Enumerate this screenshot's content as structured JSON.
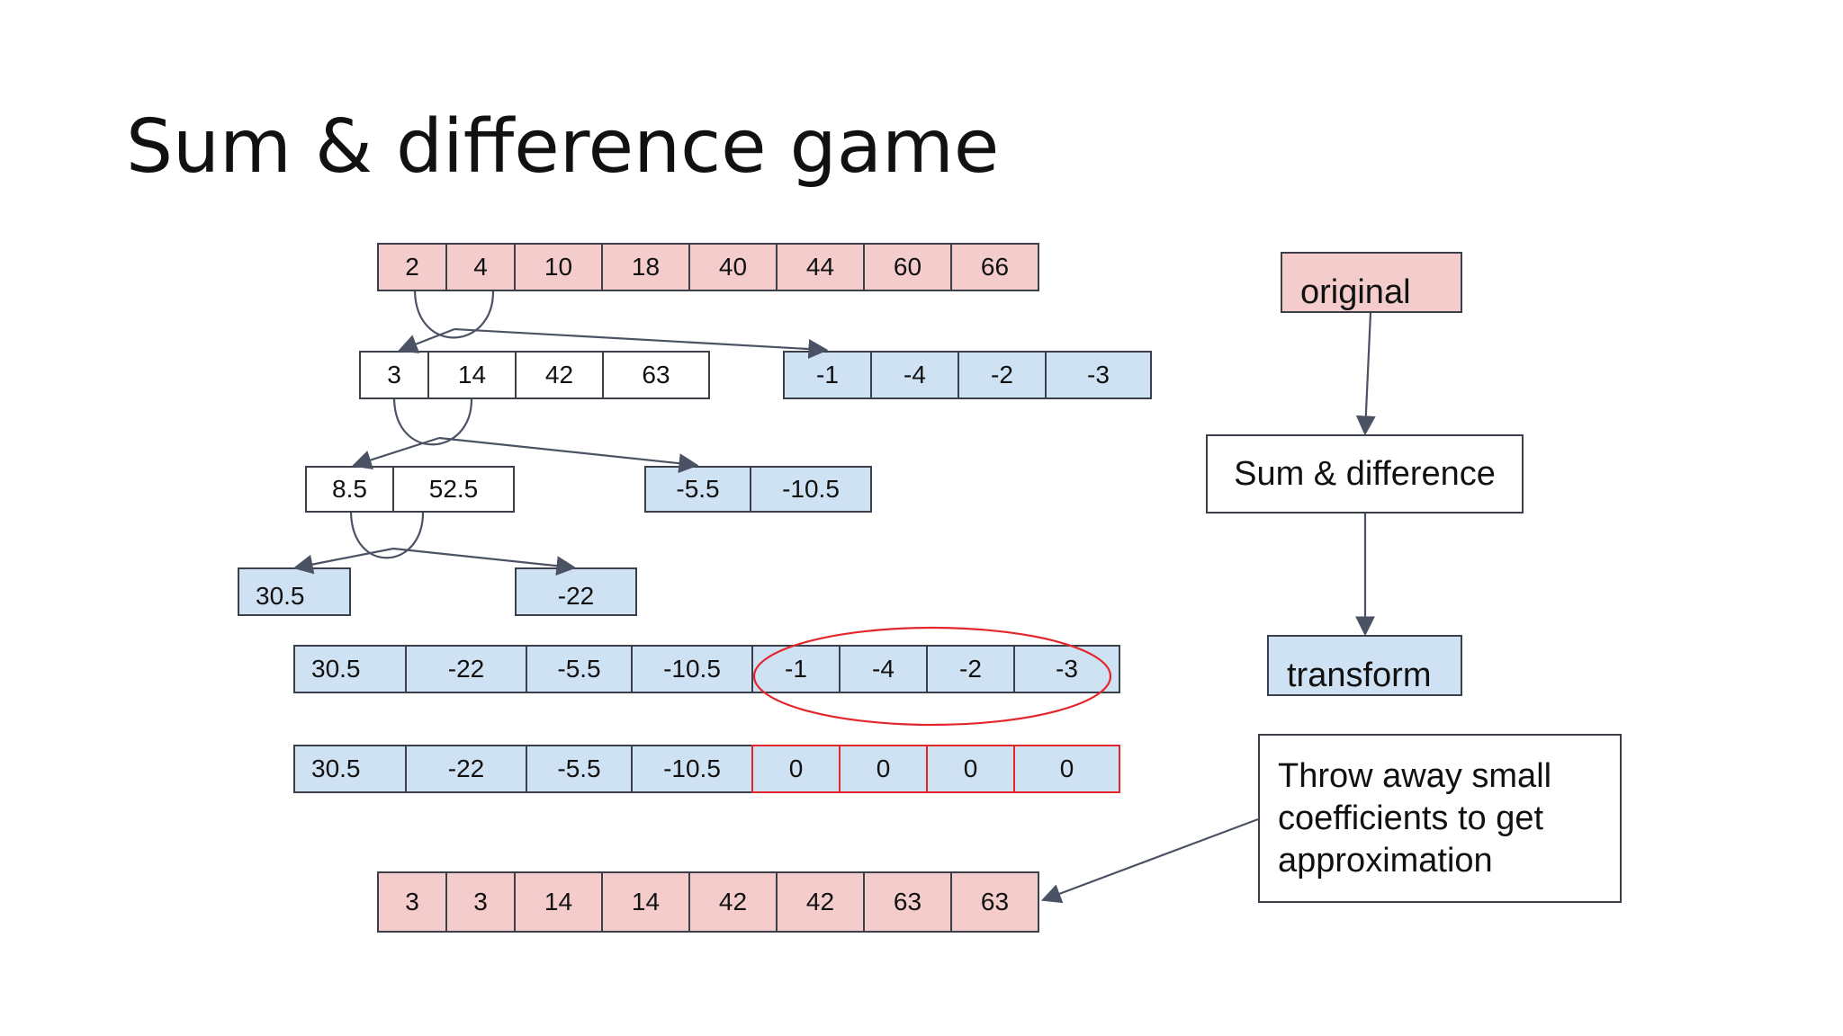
{
  "title": "Sum & difference game",
  "rows": {
    "original": [
      "2",
      "4",
      "10",
      "18",
      "40",
      "44",
      "60",
      "66"
    ],
    "level1_sums": [
      "3",
      "14",
      "42",
      "63"
    ],
    "level1_diffs": [
      "-1",
      "-4",
      "-2",
      "-3"
    ],
    "level2_sums": [
      "8.5",
      "52.5"
    ],
    "level2_diffs": [
      "-5.5",
      "-10.5"
    ],
    "level3_sum": [
      "30.5"
    ],
    "level3_diff": [
      "-22"
    ],
    "transform": [
      "30.5",
      "-22",
      "-5.5",
      "-10.5",
      "-1",
      "-4",
      "-2",
      "-3"
    ],
    "thresholded": [
      "30.5",
      "-22",
      "-5.5",
      "-10.5",
      "0",
      "0",
      "0",
      "0"
    ],
    "approximation": [
      "3",
      "3",
      "14",
      "14",
      "42",
      "42",
      "63",
      "63"
    ]
  },
  "flow": {
    "original": "original",
    "sum_difference": "Sum & difference",
    "transform": "transform",
    "throw_away": "Throw away small coefficients to get approximation"
  },
  "colors": {
    "pink": "#f4cccc",
    "blue": "#cfe2f3",
    "arrow": "#4a5263",
    "highlight": "#e3262b"
  }
}
